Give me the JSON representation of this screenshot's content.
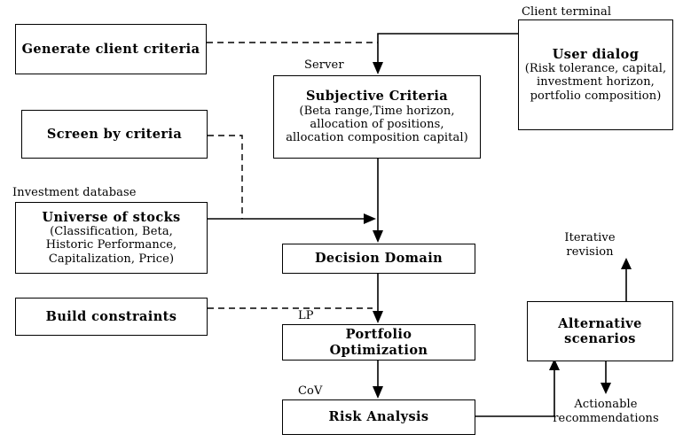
{
  "diagram": {
    "title": "Portfolio decision support process flow",
    "colors": {
      "background": "#ffffff",
      "stroke": "#000000",
      "text": "#000000"
    },
    "nodes": {
      "generate_client_criteria": {
        "title": "Generate  client  criteria"
      },
      "screen_by_criteria": {
        "title": "Screen  by  criteria"
      },
      "universe_of_stocks": {
        "title": "Universe of stocks",
        "sub_lines": [
          "(Classification, Beta,",
          "Historic Performance,",
          "Capitalization, Price)"
        ]
      },
      "build_constraints": {
        "title": "Build  constraints"
      },
      "subjective_criteria": {
        "title": "Subjective Criteria",
        "sub_lines": [
          "(Beta range,Time horizon,",
          "allocation of positions,",
          "allocation composition capital)"
        ]
      },
      "decision_domain": {
        "title": "Decision Domain"
      },
      "portfolio_optimization": {
        "title": "Portfolio Optimization"
      },
      "risk_analysis": {
        "title": "Risk Analysis"
      },
      "user_dialog": {
        "title": "User dialog",
        "sub_lines": [
          "(Risk tolerance, capital,",
          "investment horizon,",
          "portfolio composition)"
        ]
      },
      "alternative_scenarios": {
        "title": "Alternative scenarios"
      }
    },
    "captions": {
      "client_terminal": "Client terminal",
      "server": "Server",
      "investment_database": "Investment database",
      "lp": "LP",
      "cov": "CoV",
      "iterative_revision": "Iterative\nrevision",
      "actionable_recommendations": "Actionable\nrecommendations"
    },
    "edges": [
      {
        "name": "generate-client-criteria-to-subjective-criteria",
        "from": "generate_client_criteria",
        "to": "subjective_criteria",
        "style": "dashed",
        "arrow": true
      },
      {
        "name": "user-dialog-to-subjective-criteria",
        "from": "user_dialog",
        "to": "subjective_criteria",
        "style": "solid",
        "arrow": true
      },
      {
        "name": "screen-by-criteria-to-decision-domain",
        "from": "screen_by_criteria",
        "to": "decision_domain",
        "style": "dashed",
        "arrow": false
      },
      {
        "name": "universe-of-stocks-to-decision-domain",
        "from": "universe_of_stocks",
        "to": "decision_domain",
        "style": "solid",
        "arrow": true
      },
      {
        "name": "subjective-criteria-to-decision-domain",
        "from": "subjective_criteria",
        "to": "decision_domain",
        "style": "solid",
        "arrow": true
      },
      {
        "name": "build-constraints-to-portfolio-optimization",
        "from": "build_constraints",
        "to": "portfolio_optimization",
        "style": "dashed",
        "arrow": false
      },
      {
        "name": "decision-domain-to-portfolio-optimization",
        "from": "decision_domain",
        "to": "portfolio_optimization",
        "style": "solid",
        "arrow": true
      },
      {
        "name": "portfolio-optimization-to-risk-analysis",
        "from": "portfolio_optimization",
        "to": "risk_analysis",
        "style": "solid",
        "arrow": true
      },
      {
        "name": "risk-analysis-to-alternative-scenarios",
        "from": "risk_analysis",
        "to": "alternative_scenarios",
        "style": "solid",
        "arrow": true
      },
      {
        "name": "alternative-scenarios-to-iterative-revision",
        "from": "alternative_scenarios",
        "to": "iterative_revision",
        "style": "solid",
        "arrow": true
      },
      {
        "name": "alternative-scenarios-to-actionable-recommendations",
        "from": "alternative_scenarios",
        "to": "actionable_recommendations",
        "style": "solid",
        "arrow": true
      }
    ]
  }
}
